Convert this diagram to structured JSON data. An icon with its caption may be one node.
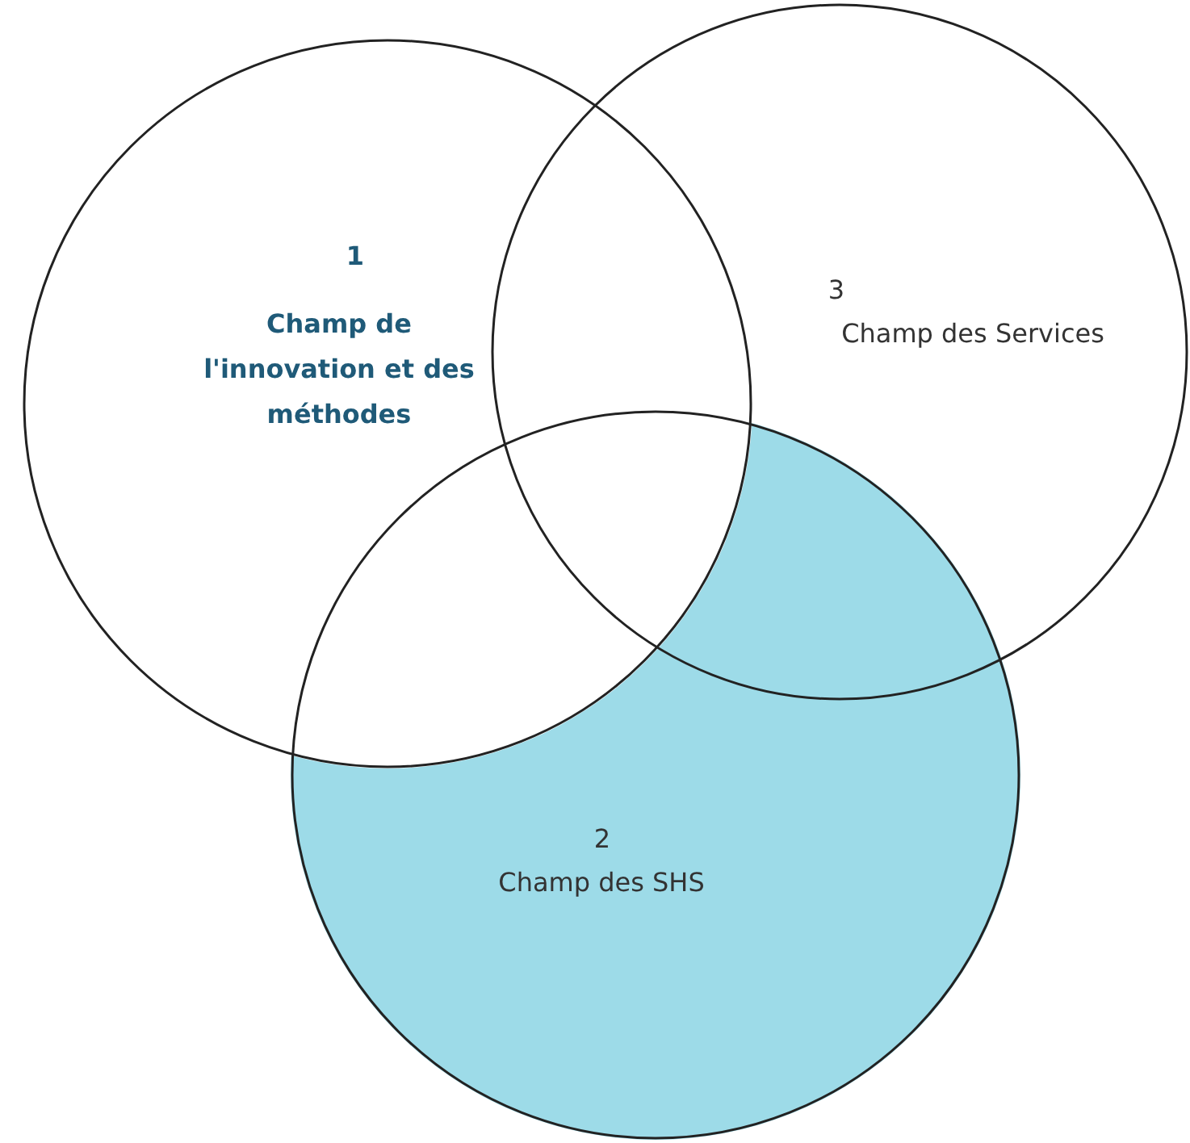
{
  "diagram": {
    "nodes": [
      {
        "text": [
          "1",
          "Champ de l'innovation et des méthodes"
        ]
      },
      {
        "text": [
          "3",
          "Champ des Services"
        ]
      },
      {
        "text": [
          "2",
          "Champ des SHS"
        ]
      }
    ]
  }
}
